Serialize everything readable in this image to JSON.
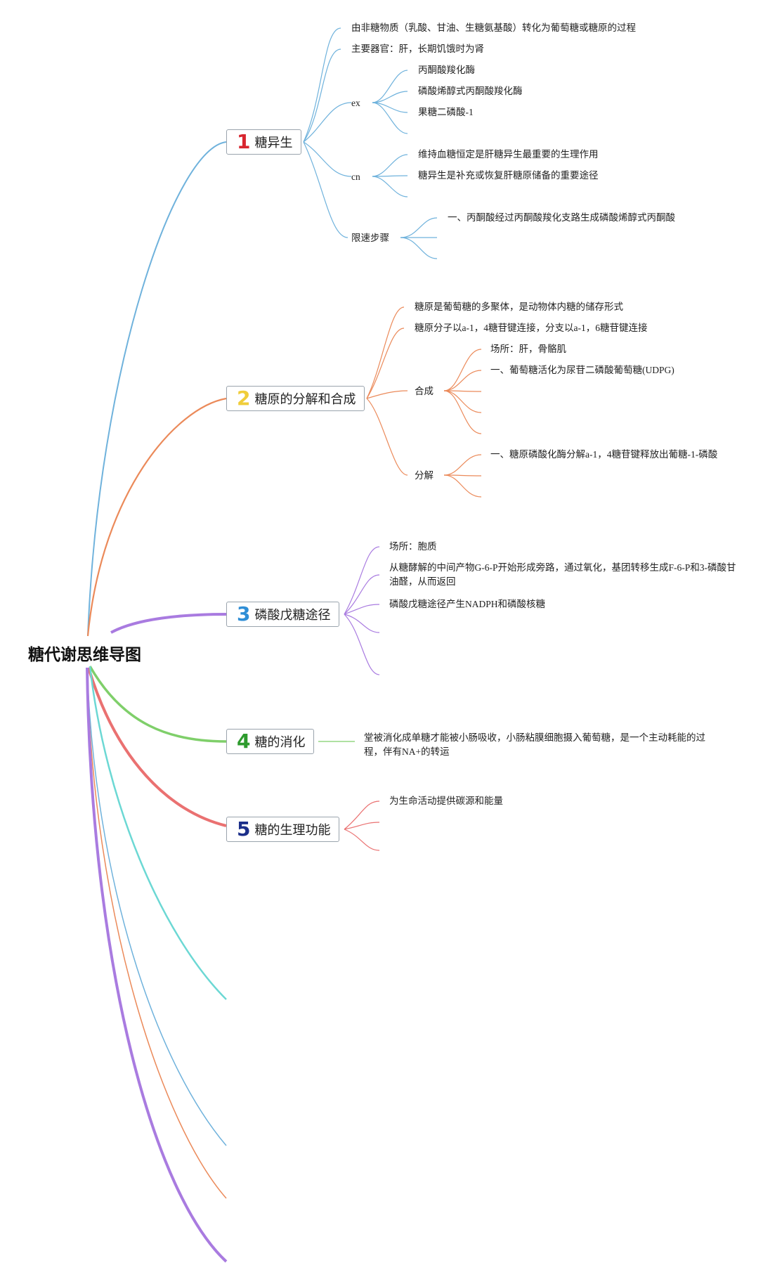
{
  "root": "糖代谢思维导图",
  "colors": {
    "blue": "#6fb2dc",
    "orange": "#eb8a5a",
    "purple": "#a97be0",
    "green": "#7fcf6a",
    "red": "#ea7171",
    "teal": "#6cd8d4",
    "n1": "#d8262f",
    "n2": "#f0cd3a",
    "n3": "#2f8ed6",
    "n4": "#2e9b2e",
    "n5": "#1c2f8a"
  },
  "topics": {
    "t1": {
      "num": "1",
      "title": "糖异生"
    },
    "t2": {
      "num": "2",
      "title": "糖原的分解和合成"
    },
    "t3": {
      "num": "3",
      "title": "磷酸戊糖途径"
    },
    "t4": {
      "num": "4",
      "title": "糖的消化"
    },
    "t5": {
      "num": "5",
      "title": "糖的生理功能"
    }
  },
  "t1": {
    "def": "由非糖物质（乳酸、甘油、生糖氨基酸）转化为葡萄糖或糖原的过程",
    "organ": "主要器官：肝，长期饥饿时为肾",
    "ex": {
      "label": "ex",
      "items": [
        "丙酮酸羧化酶",
        "磷酸烯醇式丙酮酸羧化酶",
        "果糖二磷酸-1"
      ]
    },
    "cn": {
      "label": "cn",
      "items": [
        "维持血糖恒定是肝糖异生最重要的生理作用",
        "糖异生是补充或恢复肝糖原储备的重要途径"
      ]
    },
    "rate": {
      "label": "限速步骤",
      "items": [
        "一、丙酮酸经过丙酮酸羧化支路生成磷酸烯醇式丙酮酸"
      ]
    }
  },
  "t2": {
    "def": "糖原是葡萄糖的多聚体，是动物体内糖的储存形式",
    "struct": "糖原分子以a-1，4糖苷键连接，分支以a-1，6糖苷键连接",
    "synth": {
      "label": "合成",
      "items": [
        "场所：肝，骨骼肌",
        "一、葡萄糖活化为尿苷二磷酸葡萄糖(UDPG)"
      ]
    },
    "decomp": {
      "label": "分解",
      "items": [
        "一、糖原磷酸化酶分解a-1，4糖苷键释放出葡糖-1-磷酸"
      ]
    }
  },
  "t3": {
    "place": "场所：胞质",
    "process": "从糖酵解的中间产物G-6-P开始形成旁路，通过氧化，基团转移生成F-6-P和3-磷酸甘油醛，从而返回",
    "product": "磷酸戊糖途径产生NADPH和磷酸核糖"
  },
  "t4": {
    "text": "堂被消化成单糖才能被小肠吸收，小肠粘膜细胞摄入葡萄糖，是一个主动耗能的过程，伴有NA+的转运"
  },
  "t5": {
    "func": "为生命活动提供碳源和能量"
  }
}
